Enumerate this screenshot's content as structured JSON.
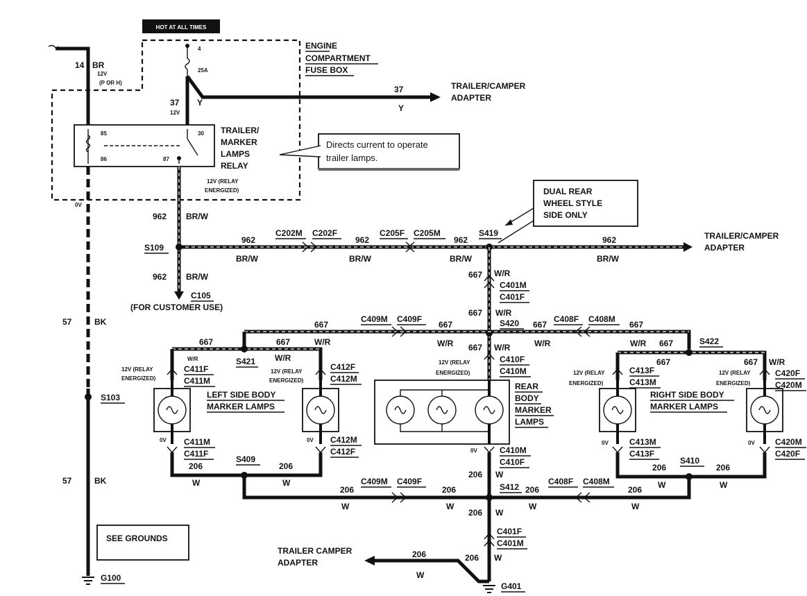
{
  "labels": {
    "hot_at_all_times": "HOT AT ALL TIMES",
    "engine_box_1": "ENGINE",
    "engine_box_2": "COMPARTMENT",
    "engine_box_3": "FUSE BOX",
    "fuse_4": "4",
    "fuse_25a": "25A",
    "w14": "14",
    "br": "BR",
    "v12": "12V",
    "p_or_h": "(P OR H)",
    "w37a": "37",
    "v12b": "12V",
    "y": "Y",
    "w37b": "37",
    "y2": "Y",
    "trailer_camper_adapter_top_1": "TRAILER/CAMPER",
    "trailer_camper_adapter_top_2": "ADAPTER",
    "relay_85": "85",
    "relay_86": "86",
    "relay_30": "30",
    "relay_87": "87",
    "relay_1": "TRAILER/",
    "relay_2": "MARKER",
    "relay_3": "LAMPS",
    "relay_4": "RELAY",
    "note_1": "Directs current to operate",
    "note_2": "trailer lamps.",
    "relay_energized_1": "12V (RELAY",
    "relay_energized_2": "ENERGIZED)",
    "v0_relay": "0V",
    "w962_a": "962",
    "brw_a": "BR/W",
    "s109": "S109",
    "w962_b": "962",
    "brw_b": "BR/W",
    "c202m": "C202M",
    "c202f": "C202F",
    "w962_c": "962",
    "brw_c": "BR/W",
    "c205f": "C205F",
    "c205m": "C205M",
    "w962_d": "962",
    "brw_d": "BR/W",
    "s419": "S419",
    "w962_e": "962",
    "brw_e": "BR/W",
    "trailer_camper_adapter_mid_1": "TRAILER/CAMPER",
    "trailer_camper_adapter_mid_2": "ADAPTER",
    "dual_rear_1": "DUAL REAR",
    "dual_rear_2": "WHEEL STYLE",
    "dual_rear_3": "SIDE ONLY",
    "w962_f": "962",
    "brw_f": "BR/W",
    "c105": "C105",
    "customer_use": "(FOR CUSTOMER USE)",
    "w667_a": "667",
    "wr_a": "W/R",
    "c401m_a": "C401M",
    "c401f_a": "C401F",
    "w57_a": "57",
    "bk_a": "BK",
    "w667_b": "667",
    "c409m_top": "C409M",
    "c409f_top": "C409F",
    "w667_c": "667",
    "wr_c": "W/R",
    "w667_d": "667",
    "s420": "S420",
    "w667_e": "667",
    "wr_e": "W/R",
    "c408f_top": "C408F",
    "c408m_top": "C408M",
    "w667_f": "667",
    "wr_f": "W/R",
    "w667_g": "667",
    "s422": "S422",
    "w667_h": "667",
    "wr_h": "W/R",
    "w667_i": "667",
    "w667_j": "667",
    "wr_j": "W/R",
    "s421": "S421",
    "wr_k": "W/R",
    "w667_k": "667",
    "w667_l": "667",
    "wr_l": "W/R",
    "c411f_a": "C411F",
    "c411m_a": "C411M",
    "c412f_a": "C412F",
    "c412m_a": "C412M",
    "c410f_a": "C410F",
    "c410m_a": "C410M",
    "c413f_a": "C413F",
    "c413m_a": "C413M",
    "c420f_a": "C420F",
    "c420m_a": "C420M",
    "left_body_1": "LEFT SIDE BODY",
    "left_body_2": "MARKER LAMPS",
    "rear_body_1": "REAR",
    "rear_body_2": "BODY",
    "rear_body_3": "MARKER",
    "rear_body_4": "LAMPS",
    "right_body_1": "RIGHT SIDE BODY",
    "right_body_2": "MARKER LAMPS",
    "s103": "S103",
    "v0_l1": "0V",
    "v0_l2": "0V",
    "v0_r": "0V",
    "v0_r1": "0V",
    "v0_r2": "0V",
    "c411m_b": "C411M",
    "c411f_b": "C411F",
    "c412m_b": "C412M",
    "c412f_b": "C412F",
    "c410m_b": "C410M",
    "c410f_b": "C410F",
    "c413m_b": "C413M",
    "c413f_b": "C413F",
    "c420m_b": "C420M",
    "c420f_b": "C420F",
    "w206_a": "206",
    "w_a": "W",
    "s409": "S409",
    "w206_b": "206",
    "w_b": "W",
    "w206_c": "206",
    "w206_r1": "206",
    "s410": "S410",
    "w206_r2": "206",
    "w_r1": "W",
    "w_r2": "W",
    "w57_b": "57",
    "bk_b": "BK",
    "w206_d": "206",
    "c409m_bot": "C409M",
    "c409f_bot": "C409F",
    "w206_e": "206",
    "w_d": "W",
    "w_e": "W",
    "s412": "S412",
    "w206_f": "206",
    "w_f": "W",
    "c408f_bot": "C408F",
    "c408m_bot": "C408M",
    "w206_g": "206",
    "w_g": "W",
    "w206_h": "206",
    "w_h": "W",
    "see_grounds": "SEE GROUNDS",
    "c401f_b": "C401F",
    "c401m_b": "C401M",
    "trailer_camper_bot_1": "TRAILER CAMPER",
    "trailer_camper_bot_2": "ADAPTER",
    "w206_i": "206",
    "w_i": "W",
    "w206_j": "206",
    "w_j": "W",
    "g100": "G100",
    "g401": "G401"
  }
}
